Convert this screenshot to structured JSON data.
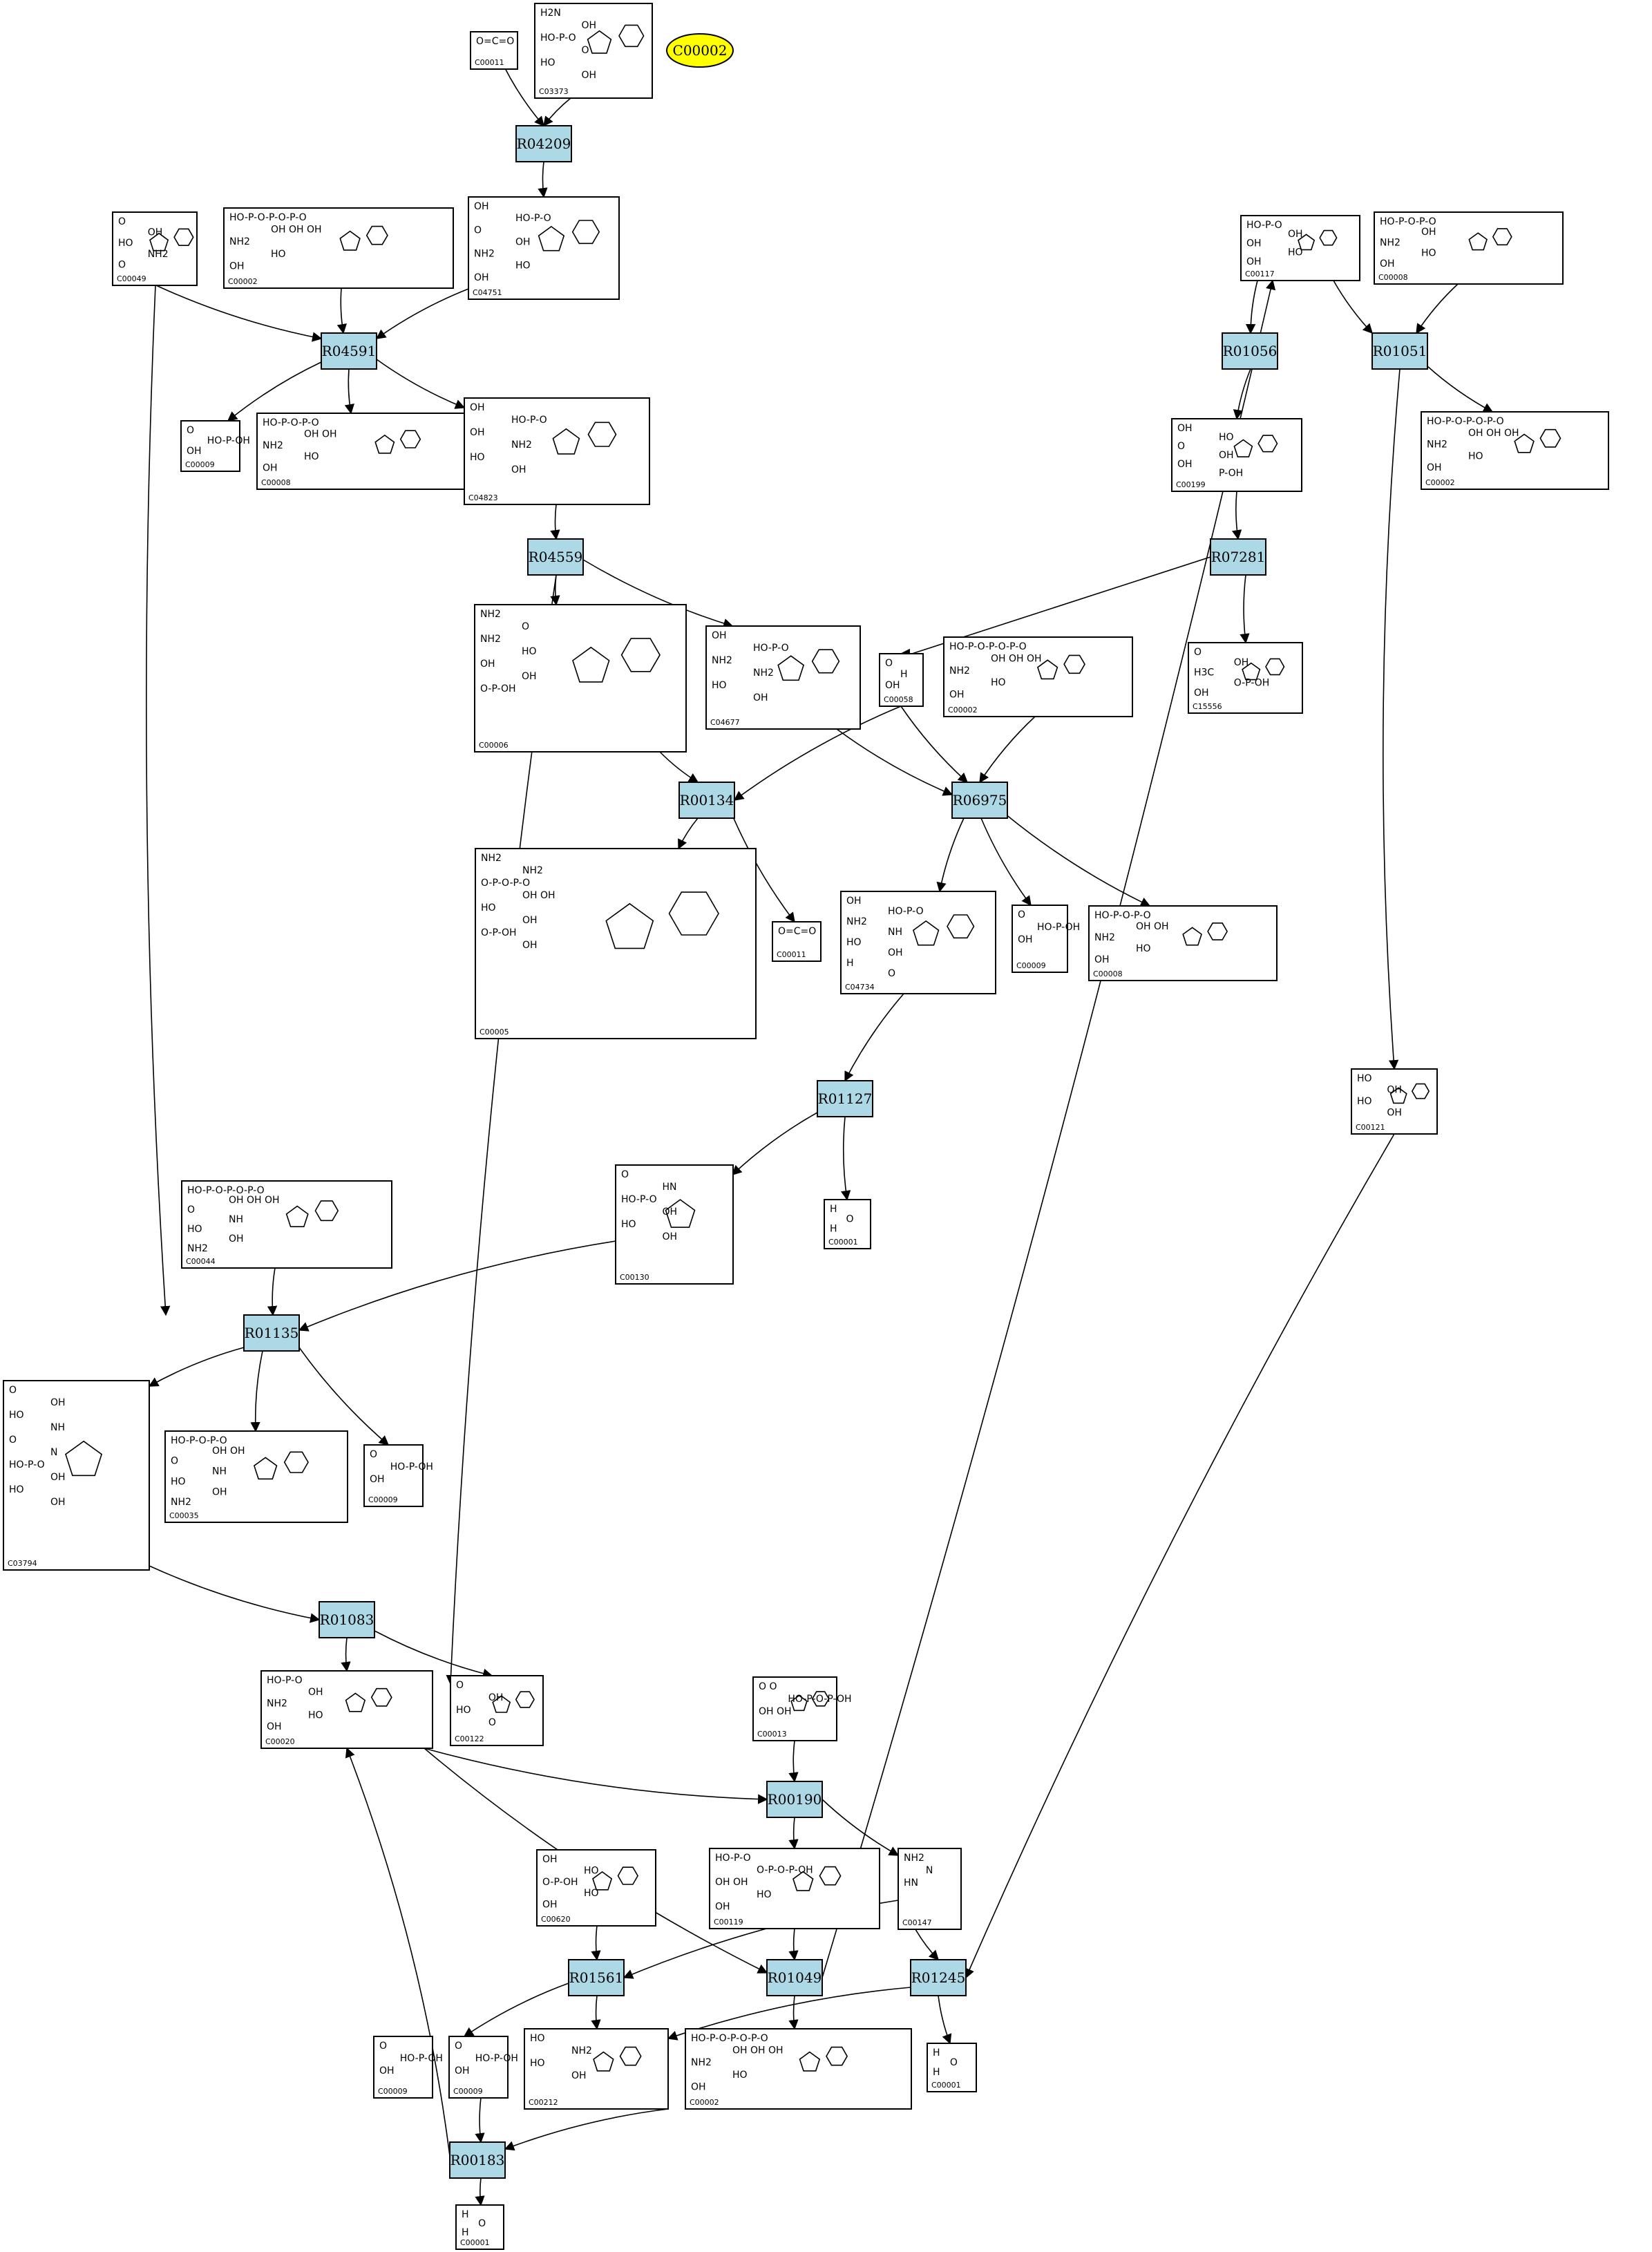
{
  "legend": {
    "label": "C00002",
    "color": "#ffff00"
  },
  "colors": {
    "reaction": "#add8e6",
    "compound": "#ffffff",
    "edge": "#000000"
  },
  "reactions": [
    {
      "id": "R04209"
    },
    {
      "id": "R04591"
    },
    {
      "id": "R04559"
    },
    {
      "id": "R00134"
    },
    {
      "id": "R06975"
    },
    {
      "id": "R01127"
    },
    {
      "id": "R01135"
    },
    {
      "id": "R01083"
    },
    {
      "id": "R00190"
    },
    {
      "id": "R01561"
    },
    {
      "id": "R01049"
    },
    {
      "id": "R01245"
    },
    {
      "id": "R00183"
    },
    {
      "id": "R01056"
    },
    {
      "id": "R01051"
    },
    {
      "id": "R07281"
    }
  ],
  "compounds": [
    {
      "key": "c00011a",
      "label": "C00011",
      "mol": [
        "O=C=O"
      ]
    },
    {
      "key": "c03373",
      "label": "C03373",
      "mol": [
        "H2N",
        "OH",
        "HO-P-O",
        "O",
        "HO",
        "OH"
      ]
    },
    {
      "key": "c00049",
      "label": "C00049",
      "mol": [
        "O",
        "OH",
        "HO",
        "NH2",
        "O"
      ]
    },
    {
      "key": "c00002a",
      "label": "C00002",
      "mol": [
        "HO-P-O-P-O-P-O",
        "OH OH OH",
        "NH2",
        "HO",
        "OH"
      ]
    },
    {
      "key": "c04751",
      "label": "C04751",
      "mol": [
        "OH",
        "HO-P-O",
        "O",
        "OH",
        "NH2",
        "HO",
        "OH"
      ]
    },
    {
      "key": "c00009a",
      "label": "C00009",
      "mol": [
        "O",
        "HO-P-OH",
        "OH"
      ]
    },
    {
      "key": "c00008a",
      "label": "C00008",
      "mol": [
        "HO-P-O-P-O",
        "OH OH",
        "NH2",
        "HO",
        "OH"
      ]
    },
    {
      "key": "c04823",
      "label": "C04823",
      "mol": [
        "OH",
        "HO-P-O",
        "OH",
        "NH2",
        "HO",
        "OH"
      ]
    },
    {
      "key": "c00117",
      "label": "C00117",
      "mol": [
        "HO-P-O",
        "OH",
        "OH",
        "HO",
        "OH"
      ]
    },
    {
      "key": "c00008b",
      "label": "C00008",
      "mol": [
        "HO-P-O-P-O",
        "OH",
        "NH2",
        "HO",
        "OH"
      ]
    },
    {
      "key": "c00199",
      "label": "C00199",
      "mol": [
        "OH",
        "HO",
        "O",
        "OH",
        "OH",
        "P-OH"
      ]
    },
    {
      "key": "c00002b",
      "label": "C00002",
      "mol": [
        "HO-P-O-P-O-P-O",
        "OH OH OH",
        "NH2",
        "HO",
        "OH"
      ]
    },
    {
      "key": "c00006",
      "label": "C00006",
      "mol": [
        "NH2",
        "O",
        "NH2",
        "HO",
        "OH",
        "OH",
        "O-P-OH"
      ]
    },
    {
      "key": "c04677",
      "label": "C04677",
      "mol": [
        "OH",
        "HO-P-O",
        "NH2",
        "NH2",
        "HO",
        "OH"
      ]
    },
    {
      "key": "c00058",
      "label": "C00058",
      "mol": [
        "O",
        "H",
        "OH"
      ]
    },
    {
      "key": "c00002c",
      "label": "C00002",
      "mol": [
        "HO-P-O-P-O-P-O",
        "OH OH OH",
        "NH2",
        "HO",
        "OH"
      ]
    },
    {
      "key": "c15556",
      "label": "C15556",
      "mol": [
        "O",
        "OH",
        "H3C",
        "O-P-OH",
        "OH"
      ]
    },
    {
      "key": "c00005",
      "label": "C00005",
      "mol": [
        "NH2",
        "NH2",
        "O-P-O-P-O",
        "OH OH",
        "HO",
        "OH",
        "O-P-OH",
        "OH"
      ]
    },
    {
      "key": "c00011b",
      "label": "C00011",
      "mol": [
        "O=C=O"
      ]
    },
    {
      "key": "c04734",
      "label": "C04734",
      "mol": [
        "OH",
        "HO-P-O",
        "NH2",
        "NH",
        "HO",
        "OH",
        "H",
        "O"
      ]
    },
    {
      "key": "c00009b",
      "label": "C00009",
      "mol": [
        "O",
        "HO-P-OH",
        "OH"
      ]
    },
    {
      "key": "c00008c",
      "label": "C00008",
      "mol": [
        "HO-P-O-P-O",
        "OH OH",
        "NH2",
        "HO",
        "OH"
      ]
    },
    {
      "key": "c00121",
      "label": "C00121",
      "mol": [
        "HO",
        "OH",
        "HO",
        "OH"
      ]
    },
    {
      "key": "c00001a",
      "label": "C00001",
      "mol": [
        "H",
        "O",
        "H"
      ]
    },
    {
      "key": "c00044",
      "label": "C00044",
      "mol": [
        "HO-P-O-P-O-P-O",
        "OH OH OH",
        "O",
        "NH",
        "HO",
        "OH",
        "NH2"
      ]
    },
    {
      "key": "c00130",
      "label": "C00130",
      "mol": [
        "O",
        "HN",
        "HO-P-O",
        "OH",
        "HO",
        "OH"
      ]
    },
    {
      "key": "c03794",
      "label": "C03794",
      "mol": [
        "O",
        "OH",
        "HO",
        "NH",
        "O",
        "N",
        "HO-P-O",
        "OH",
        "HO",
        "OH"
      ]
    },
    {
      "key": "c00035",
      "label": "C00035",
      "mol": [
        "HO-P-O-P-O",
        "OH OH",
        "O",
        "NH",
        "HO",
        "OH",
        "NH2"
      ]
    },
    {
      "key": "c00009c",
      "label": "C00009",
      "mol": [
        "O",
        "HO-P-OH",
        "OH"
      ]
    },
    {
      "key": "c00020",
      "label": "C00020",
      "mol": [
        "HO-P-O",
        "OH",
        "NH2",
        "HO",
        "OH"
      ]
    },
    {
      "key": "c00122",
      "label": "C00122",
      "mol": [
        "O",
        "OH",
        "HO",
        "O"
      ]
    },
    {
      "key": "c00013",
      "label": "C00013",
      "mol": [
        "O O",
        "HO-P-O-P-OH",
        "OH OH"
      ]
    },
    {
      "key": "c00620",
      "label": "C00620",
      "mol": [
        "OH",
        "HO",
        "O-P-OH",
        "HO",
        "OH"
      ]
    },
    {
      "key": "c00119",
      "label": "C00119",
      "mol": [
        "HO-P-O",
        "O-P-O-P-OH",
        "OH OH",
        "HO",
        "OH"
      ]
    },
    {
      "key": "c00147",
      "label": "C00147",
      "mol": [
        "NH2",
        "N",
        "HN"
      ]
    },
    {
      "key": "c00009d",
      "label": "C00009",
      "mol": [
        "O",
        "HO-P-OH",
        "OH"
      ]
    },
    {
      "key": "c00009e",
      "label": "C00009",
      "mol": [
        "O",
        "HO-P-OH",
        "OH"
      ]
    },
    {
      "key": "c00212",
      "label": "C00212",
      "mol": [
        "HO",
        "NH2",
        "HO",
        "OH"
      ]
    },
    {
      "key": "c00002d",
      "label": "C00002",
      "mol": [
        "HO-P-O-P-O-P-O",
        "OH OH OH",
        "NH2",
        "HO",
        "OH"
      ]
    },
    {
      "key": "c00001b",
      "label": "C00001",
      "mol": [
        "H",
        "O",
        "H"
      ]
    },
    {
      "key": "c00001c",
      "label": "C00001",
      "mol": [
        "H",
        "O",
        "H"
      ]
    }
  ]
}
